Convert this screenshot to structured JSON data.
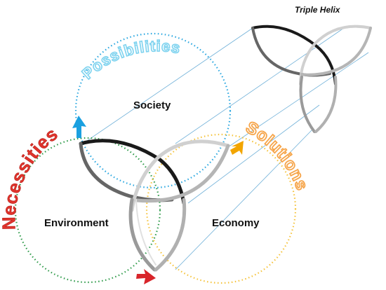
{
  "title": "Triple Helix",
  "spheres": {
    "society": "Society",
    "environment": "Environment",
    "economy": "Economy"
  },
  "cycle_labels": {
    "possibilities": "Possibilities",
    "solutions": "Solutions",
    "necessities": "Necessities"
  },
  "colors": {
    "possibilities": "#7fd3ef",
    "possibilities_dots": "#2aa7e0",
    "solutions": "#f6a54a",
    "solutions_dots": "#f5c33b",
    "necessities": "#e0342c",
    "necessities_dots": "#2f9b4a",
    "knot_dark": "#1a1a1a",
    "knot_mid": "#9a9a9a",
    "knot_light": "#d8d8d8"
  }
}
